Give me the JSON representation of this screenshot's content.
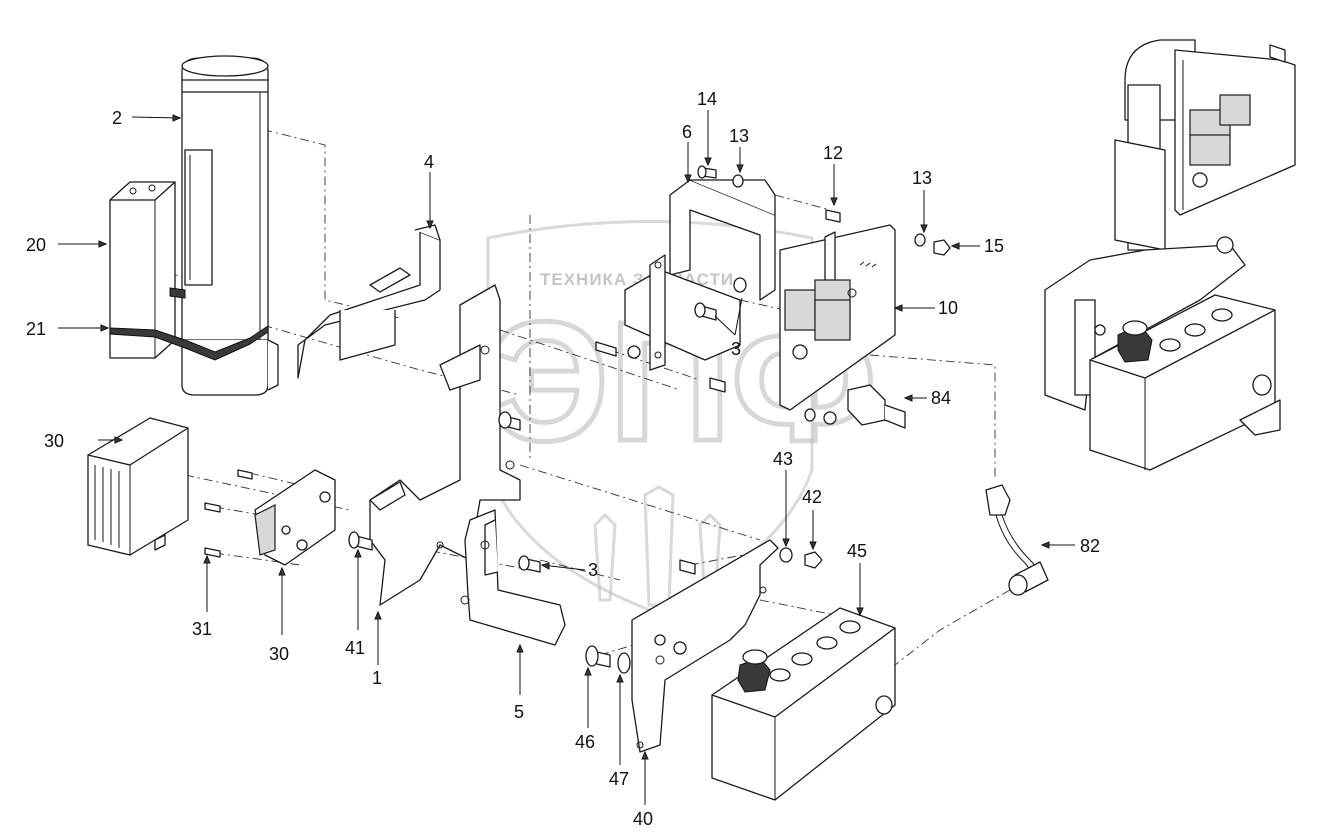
{
  "watermark": {
    "text": "ТЕХНИКА ЗАПЧАСТИ",
    "logo": "ЭПФ"
  },
  "callouts": [
    {
      "id": "c-2",
      "label": "2"
    },
    {
      "id": "c-20",
      "label": "20"
    },
    {
      "id": "c-21",
      "label": "21"
    },
    {
      "id": "c-4",
      "label": "4"
    },
    {
      "id": "c-14",
      "label": "14"
    },
    {
      "id": "c-6",
      "label": "6"
    },
    {
      "id": "c-13a",
      "label": "13"
    },
    {
      "id": "c-12",
      "label": "12"
    },
    {
      "id": "c-13b",
      "label": "13"
    },
    {
      "id": "c-15",
      "label": "15"
    },
    {
      "id": "c-10",
      "label": "10"
    },
    {
      "id": "c-3a",
      "label": "3"
    },
    {
      "id": "c-84",
      "label": "84"
    },
    {
      "id": "c-30a",
      "label": "30"
    },
    {
      "id": "c-43",
      "label": "43"
    },
    {
      "id": "c-42",
      "label": "42"
    },
    {
      "id": "c-82",
      "label": "82"
    },
    {
      "id": "c-45",
      "label": "45"
    },
    {
      "id": "c-3b",
      "label": "3"
    },
    {
      "id": "c-31",
      "label": "31"
    },
    {
      "id": "c-30b",
      "label": "30"
    },
    {
      "id": "c-41",
      "label": "41"
    },
    {
      "id": "c-1",
      "label": "1"
    },
    {
      "id": "c-5",
      "label": "5"
    },
    {
      "id": "c-46",
      "label": "46"
    },
    {
      "id": "c-47",
      "label": "47"
    },
    {
      "id": "c-40",
      "label": "40"
    }
  ]
}
